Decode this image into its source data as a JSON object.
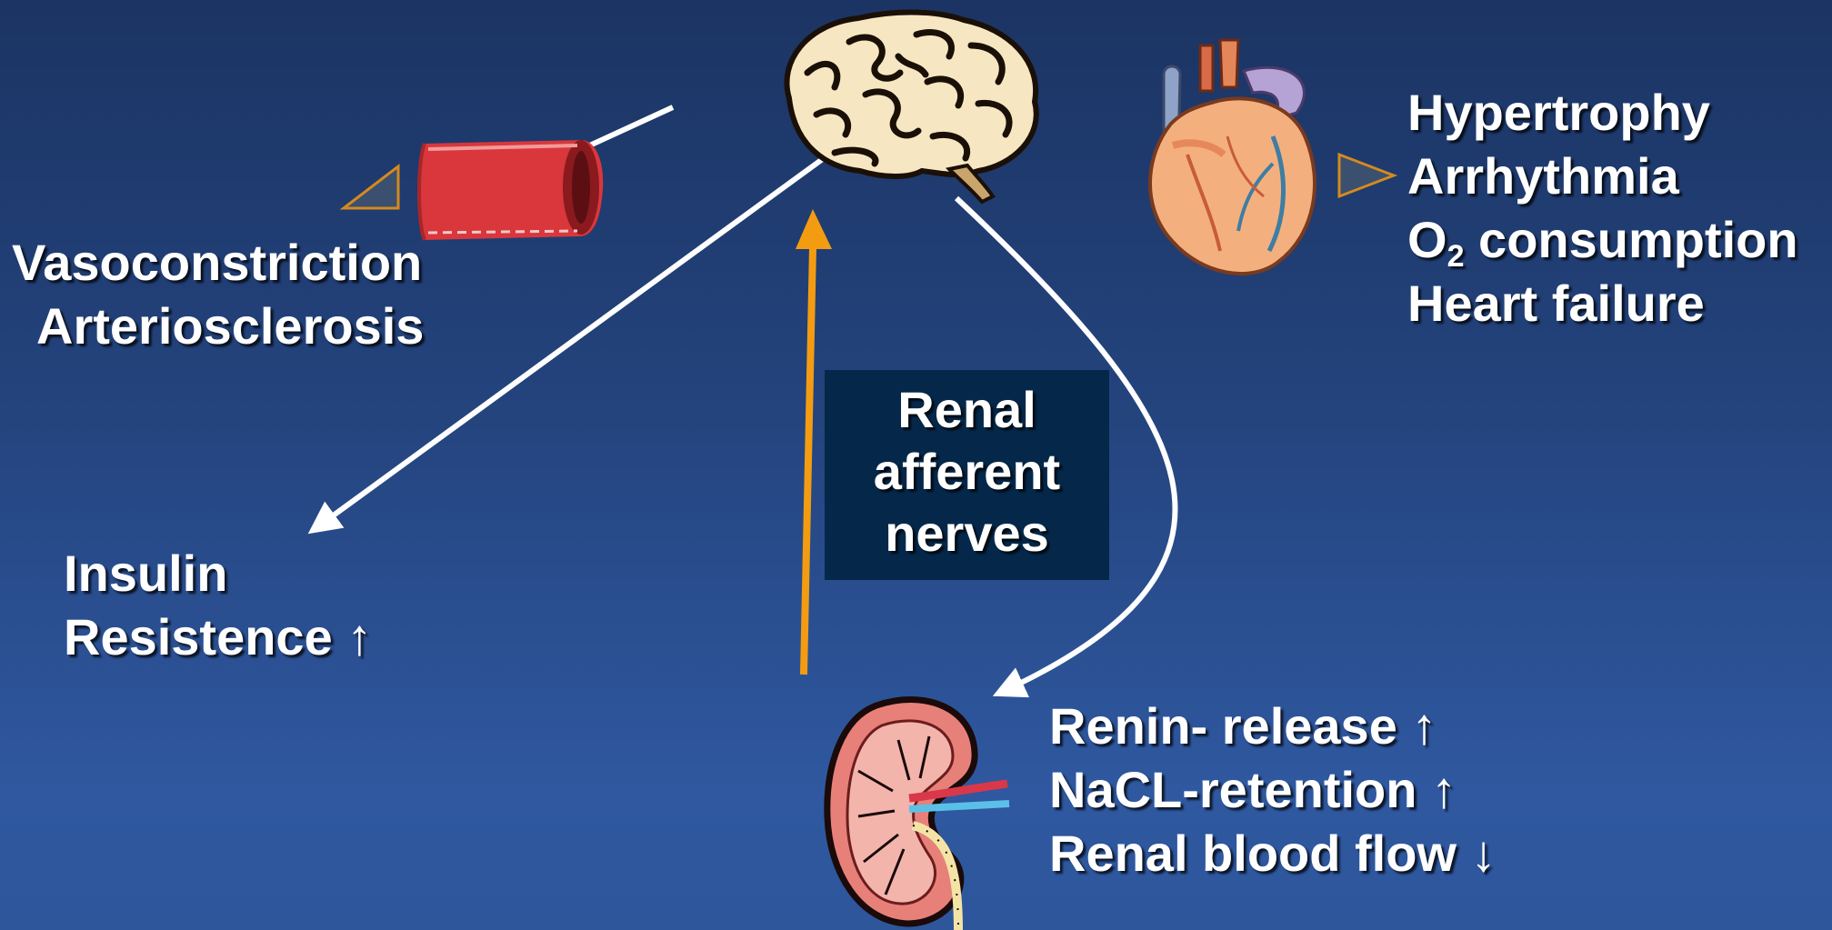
{
  "colors": {
    "background_top": "#1b3463",
    "background_bottom": "#2f58a0",
    "text": "#ffffff",
    "box": "#05284a",
    "afferent_arrow": "#f39c12",
    "efferent_arrows": "#ffffff",
    "marker_fill": "#3b4f6f",
    "marker_outline": "#d48a1e"
  },
  "vessel_effects": {
    "lines": [
      "Vasoconstriction",
      "Arteriosclerosis"
    ]
  },
  "insulin_effects": {
    "line1": "Insulin",
    "line2": "Resistence",
    "arrow": "↑"
  },
  "heart_effects": {
    "line1": "Hypertrophy",
    "line2": "Arrhythmia",
    "line3_pre": "O",
    "line3_sub": "2",
    "line3_post": " consumption",
    "line4": "Heart failure"
  },
  "afferent_box": {
    "lines": [
      "Renal",
      "afferent",
      "nerves"
    ]
  },
  "kidney_effects": {
    "lines": [
      "Renin- release ↑",
      "NaCL-retention ↑",
      "Renal blood flow ↓"
    ]
  },
  "icons": {
    "brain": "brain-icon",
    "heart": "heart-icon",
    "vessel": "blood-vessel-icon",
    "kidney": "kidney-icon"
  }
}
